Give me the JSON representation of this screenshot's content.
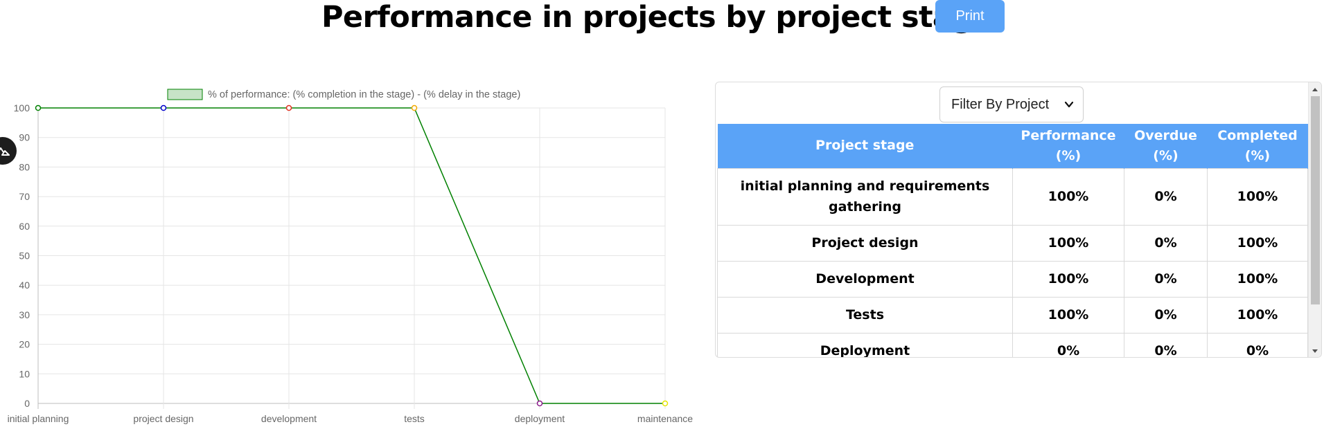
{
  "header": {
    "title": "Performance in projects by project stage",
    "print_label": "Print"
  },
  "chart_data": {
    "type": "line",
    "legend": "% of performance: (% completion in the stage) - (% delay in the stage)",
    "legend_position": "top",
    "categories": [
      "initial planning",
      "project design",
      "development",
      "tests",
      "deployment",
      "maintenance"
    ],
    "series": [
      {
        "name": "% of performance: (% completion in the stage) - (% delay in the stage)",
        "values": [
          100,
          100,
          100,
          100,
          0,
          0
        ],
        "color": "#008000",
        "point_colors": [
          "#008000",
          "#0000cc",
          "#e0301e",
          "#f2a900",
          "#8b1a8b",
          "#e6e600"
        ]
      }
    ],
    "ylim": [
      0,
      100
    ],
    "yticks": [
      0,
      10,
      20,
      30,
      40,
      50,
      60,
      70,
      80,
      90,
      100
    ],
    "grid": true,
    "xlabel": "",
    "ylabel": ""
  },
  "filter": {
    "selected": "Filter By Project"
  },
  "table": {
    "headers": {
      "stage": "Project stage",
      "performance_1": "Performance",
      "performance_2": "(%)",
      "overdue_1": "Overdue",
      "overdue_2": "(%)",
      "completed_1": "Completed",
      "completed_2": "(%)"
    },
    "rows": [
      {
        "stage": "initial planning and requirements gathering",
        "performance": "100%",
        "overdue": "0%",
        "completed": "100%"
      },
      {
        "stage": "Project design",
        "performance": "100%",
        "overdue": "0%",
        "completed": "100%"
      },
      {
        "stage": "Development",
        "performance": "100%",
        "overdue": "0%",
        "completed": "100%"
      },
      {
        "stage": "Tests",
        "performance": "100%",
        "overdue": "0%",
        "completed": "100%"
      },
      {
        "stage": "Deployment",
        "performance": "0%",
        "overdue": "0%",
        "completed": "0%"
      }
    ]
  },
  "icons": {
    "float_button": "mountain-logo-icon",
    "select_chevron": "chevron-down-icon"
  }
}
